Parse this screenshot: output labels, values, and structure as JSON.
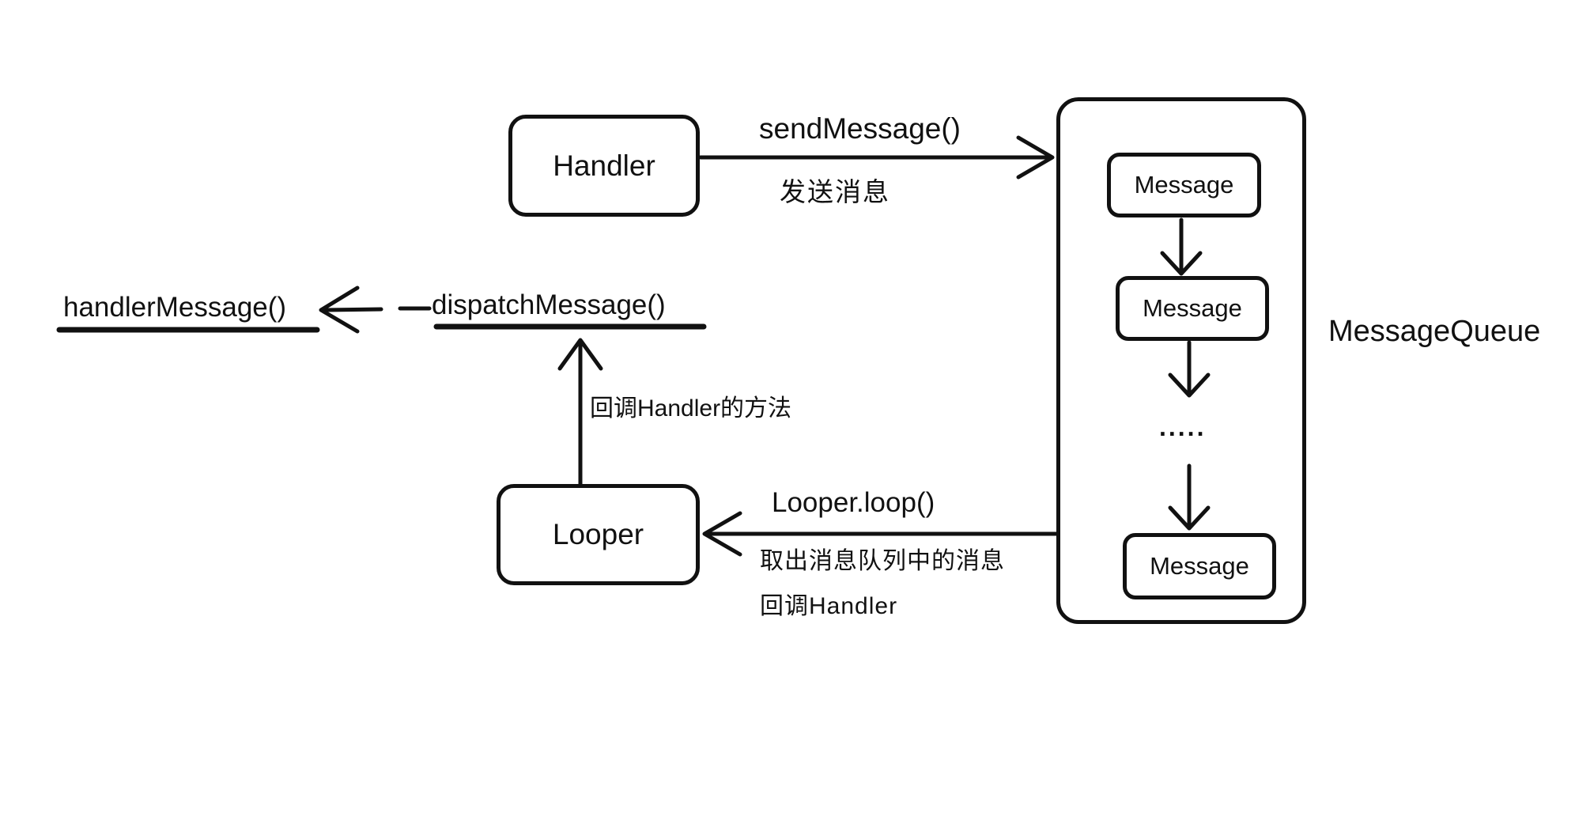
{
  "diagram": {
    "background": "#ffffff",
    "stroke_color": "#111111",
    "nodes": {
      "handler": "Handler",
      "looper": "Looper",
      "queue_label": "MessageQueue",
      "message_1": "Message",
      "message_2": "Message",
      "message_3": "Message",
      "ellipsis": "....."
    },
    "labels": {
      "send_message": "sendMessage()",
      "send_message_cn": "发送消息",
      "handler_message": "handlerMessage()",
      "dispatch_message": "dispatchMessage()",
      "callback_method_cn": "回调Handler的方法",
      "looper_loop": "Looper.loop()",
      "take_message_cn": "取出消息队列中的消息",
      "callback_handler_cn": "回调Handler"
    }
  }
}
